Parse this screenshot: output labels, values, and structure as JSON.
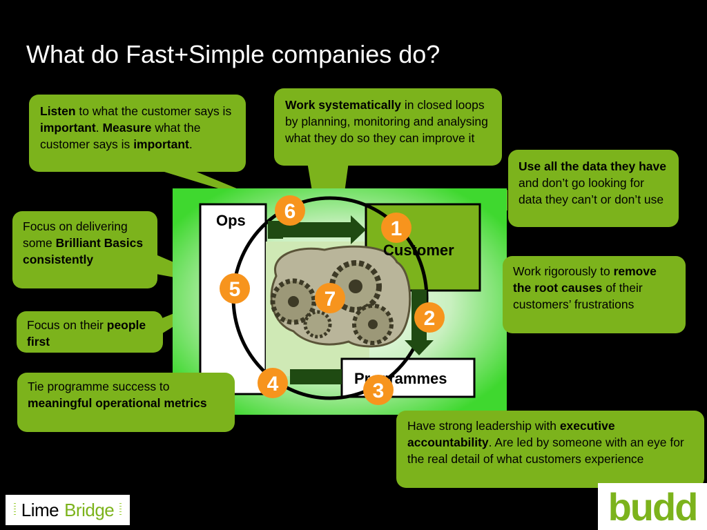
{
  "title": "What do Fast+Simple companies do?",
  "boxes": {
    "ops": "Ops",
    "customer": "Customer",
    "programmes": "Programmes"
  },
  "badges": [
    "1",
    "2",
    "3",
    "4",
    "5",
    "6",
    "7"
  ],
  "callouts": {
    "c6": [
      {
        "t": "Listen",
        "b": true
      },
      {
        "t": " to what the customer says is ",
        "b": false
      },
      {
        "t": "important",
        "b": true
      },
      {
        "t": ". ",
        "b": false
      },
      {
        "t": "Measure",
        "b": true
      },
      {
        "t": " what the customer says is ",
        "b": false
      },
      {
        "t": "important",
        "b": true
      },
      {
        "t": ".",
        "b": false
      }
    ],
    "c7": [
      {
        "t": "Work systematically",
        "b": true
      },
      {
        "t": " in closed loops by planning, monitoring and analysing what they do so they can improve it",
        "b": false
      }
    ],
    "c1": [
      {
        "t": "Use all the data they have",
        "b": true
      },
      {
        "t": " and don’t go looking for data they can’t or don’t use",
        "b": false
      }
    ],
    "c5a": [
      {
        "t": "Focus on delivering some ",
        "b": false
      },
      {
        "t": "Brilliant Basics consistently",
        "b": true
      }
    ],
    "c5b": [
      {
        "t": "Focus on their ",
        "b": false
      },
      {
        "t": "people first",
        "b": true
      }
    ],
    "c2": [
      {
        "t": "Work rigorously to ",
        "b": false
      },
      {
        "t": "remove the root causes",
        "b": true
      },
      {
        "t": " of their customers’ frustrations",
        "b": false
      }
    ],
    "c4": [
      {
        "t": "Tie programme success to ",
        "b": false
      },
      {
        "t": "meaningful operational metrics",
        "b": true
      }
    ],
    "c3": [
      {
        "t": "Have strong leadership with ",
        "b": false
      },
      {
        "t": "executive accountability",
        "b": true
      },
      {
        "t": ". Are led by someone with an eye for the real detail of what customers experience",
        "b": false
      }
    ]
  },
  "logos": {
    "left_part1": "Lime",
    "left_part2": "Bridge",
    "right": "budd"
  },
  "colors": {
    "callout_green": "#7cb31c",
    "badge_orange": "#f7941d",
    "panel_green": "#3fd82f"
  }
}
